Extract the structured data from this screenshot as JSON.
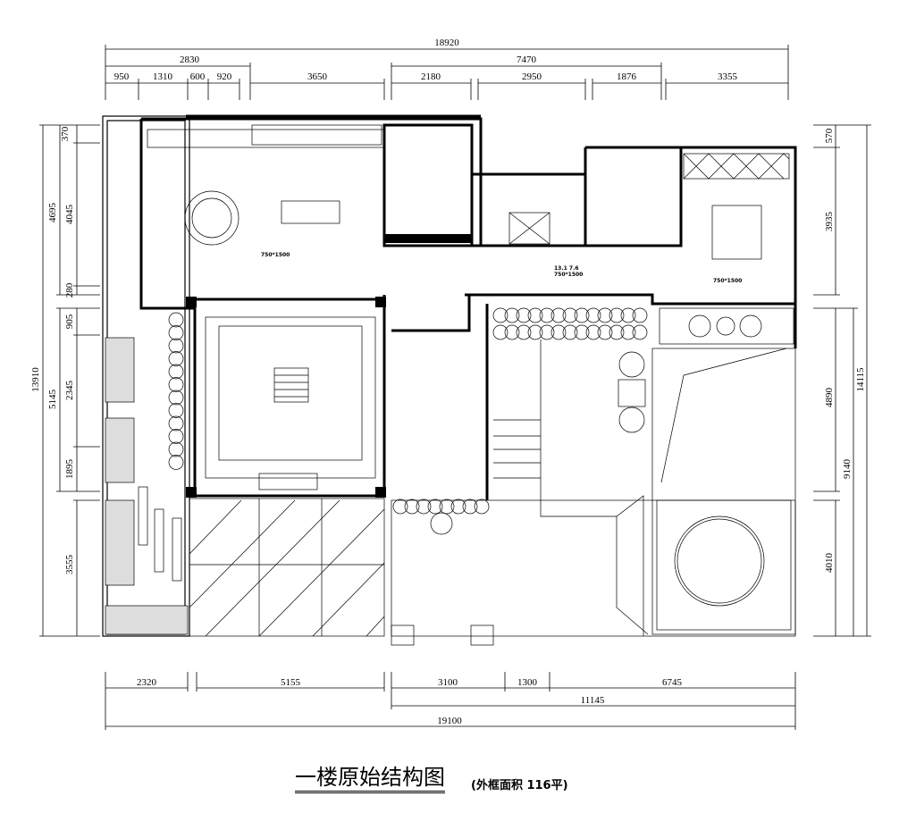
{
  "title": "一楼原始结构图",
  "subtitle": "(外框面积 116平)",
  "dimensions": {
    "top_total": "18920",
    "top_mid": [
      "2830",
      "7470"
    ],
    "top_row": [
      "950",
      "1310",
      "600",
      "920",
      "3650",
      "2180",
      "2950",
      "1876",
      "3355"
    ],
    "left": [
      "370",
      "4695",
      "4045",
      "280",
      "13910",
      "905",
      "2345",
      "5145",
      "1895",
      "3555"
    ],
    "right": [
      "570",
      "3935",
      "4890",
      "14115",
      "9140",
      "4010"
    ],
    "bottom_row": [
      "2320",
      "5155",
      "3100",
      "1300",
      "6745"
    ],
    "bottom_sub": "11145",
    "bottom_total": "19100"
  },
  "rooms": [
    {
      "label": "750*1500"
    },
    {
      "label": "13.1 7.6",
      "sub": "750*1500"
    },
    {
      "label": "750*1500"
    }
  ]
}
